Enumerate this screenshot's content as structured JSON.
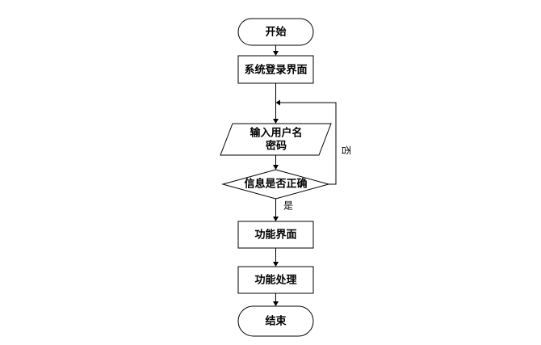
{
  "nodes": {
    "start": "开始",
    "login": "系统登录界面",
    "input_line1": "输入用户名",
    "input_line2": "密码",
    "decision": "信息是否正确",
    "function_ui": "功能界面",
    "function_process": "功能处理",
    "end": "结束"
  },
  "edges": {
    "yes": "是",
    "no": "否"
  }
}
